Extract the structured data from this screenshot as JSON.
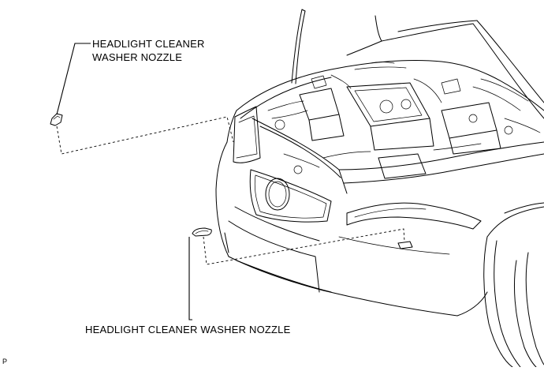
{
  "diagram": {
    "labels": {
      "top_line1": "HEADLIGHT CLEANER",
      "top_line2": "WASHER NOZZLE",
      "bottom": "HEADLIGHT CLEANER WASHER NOZZLE"
    },
    "figure_code": "P"
  }
}
